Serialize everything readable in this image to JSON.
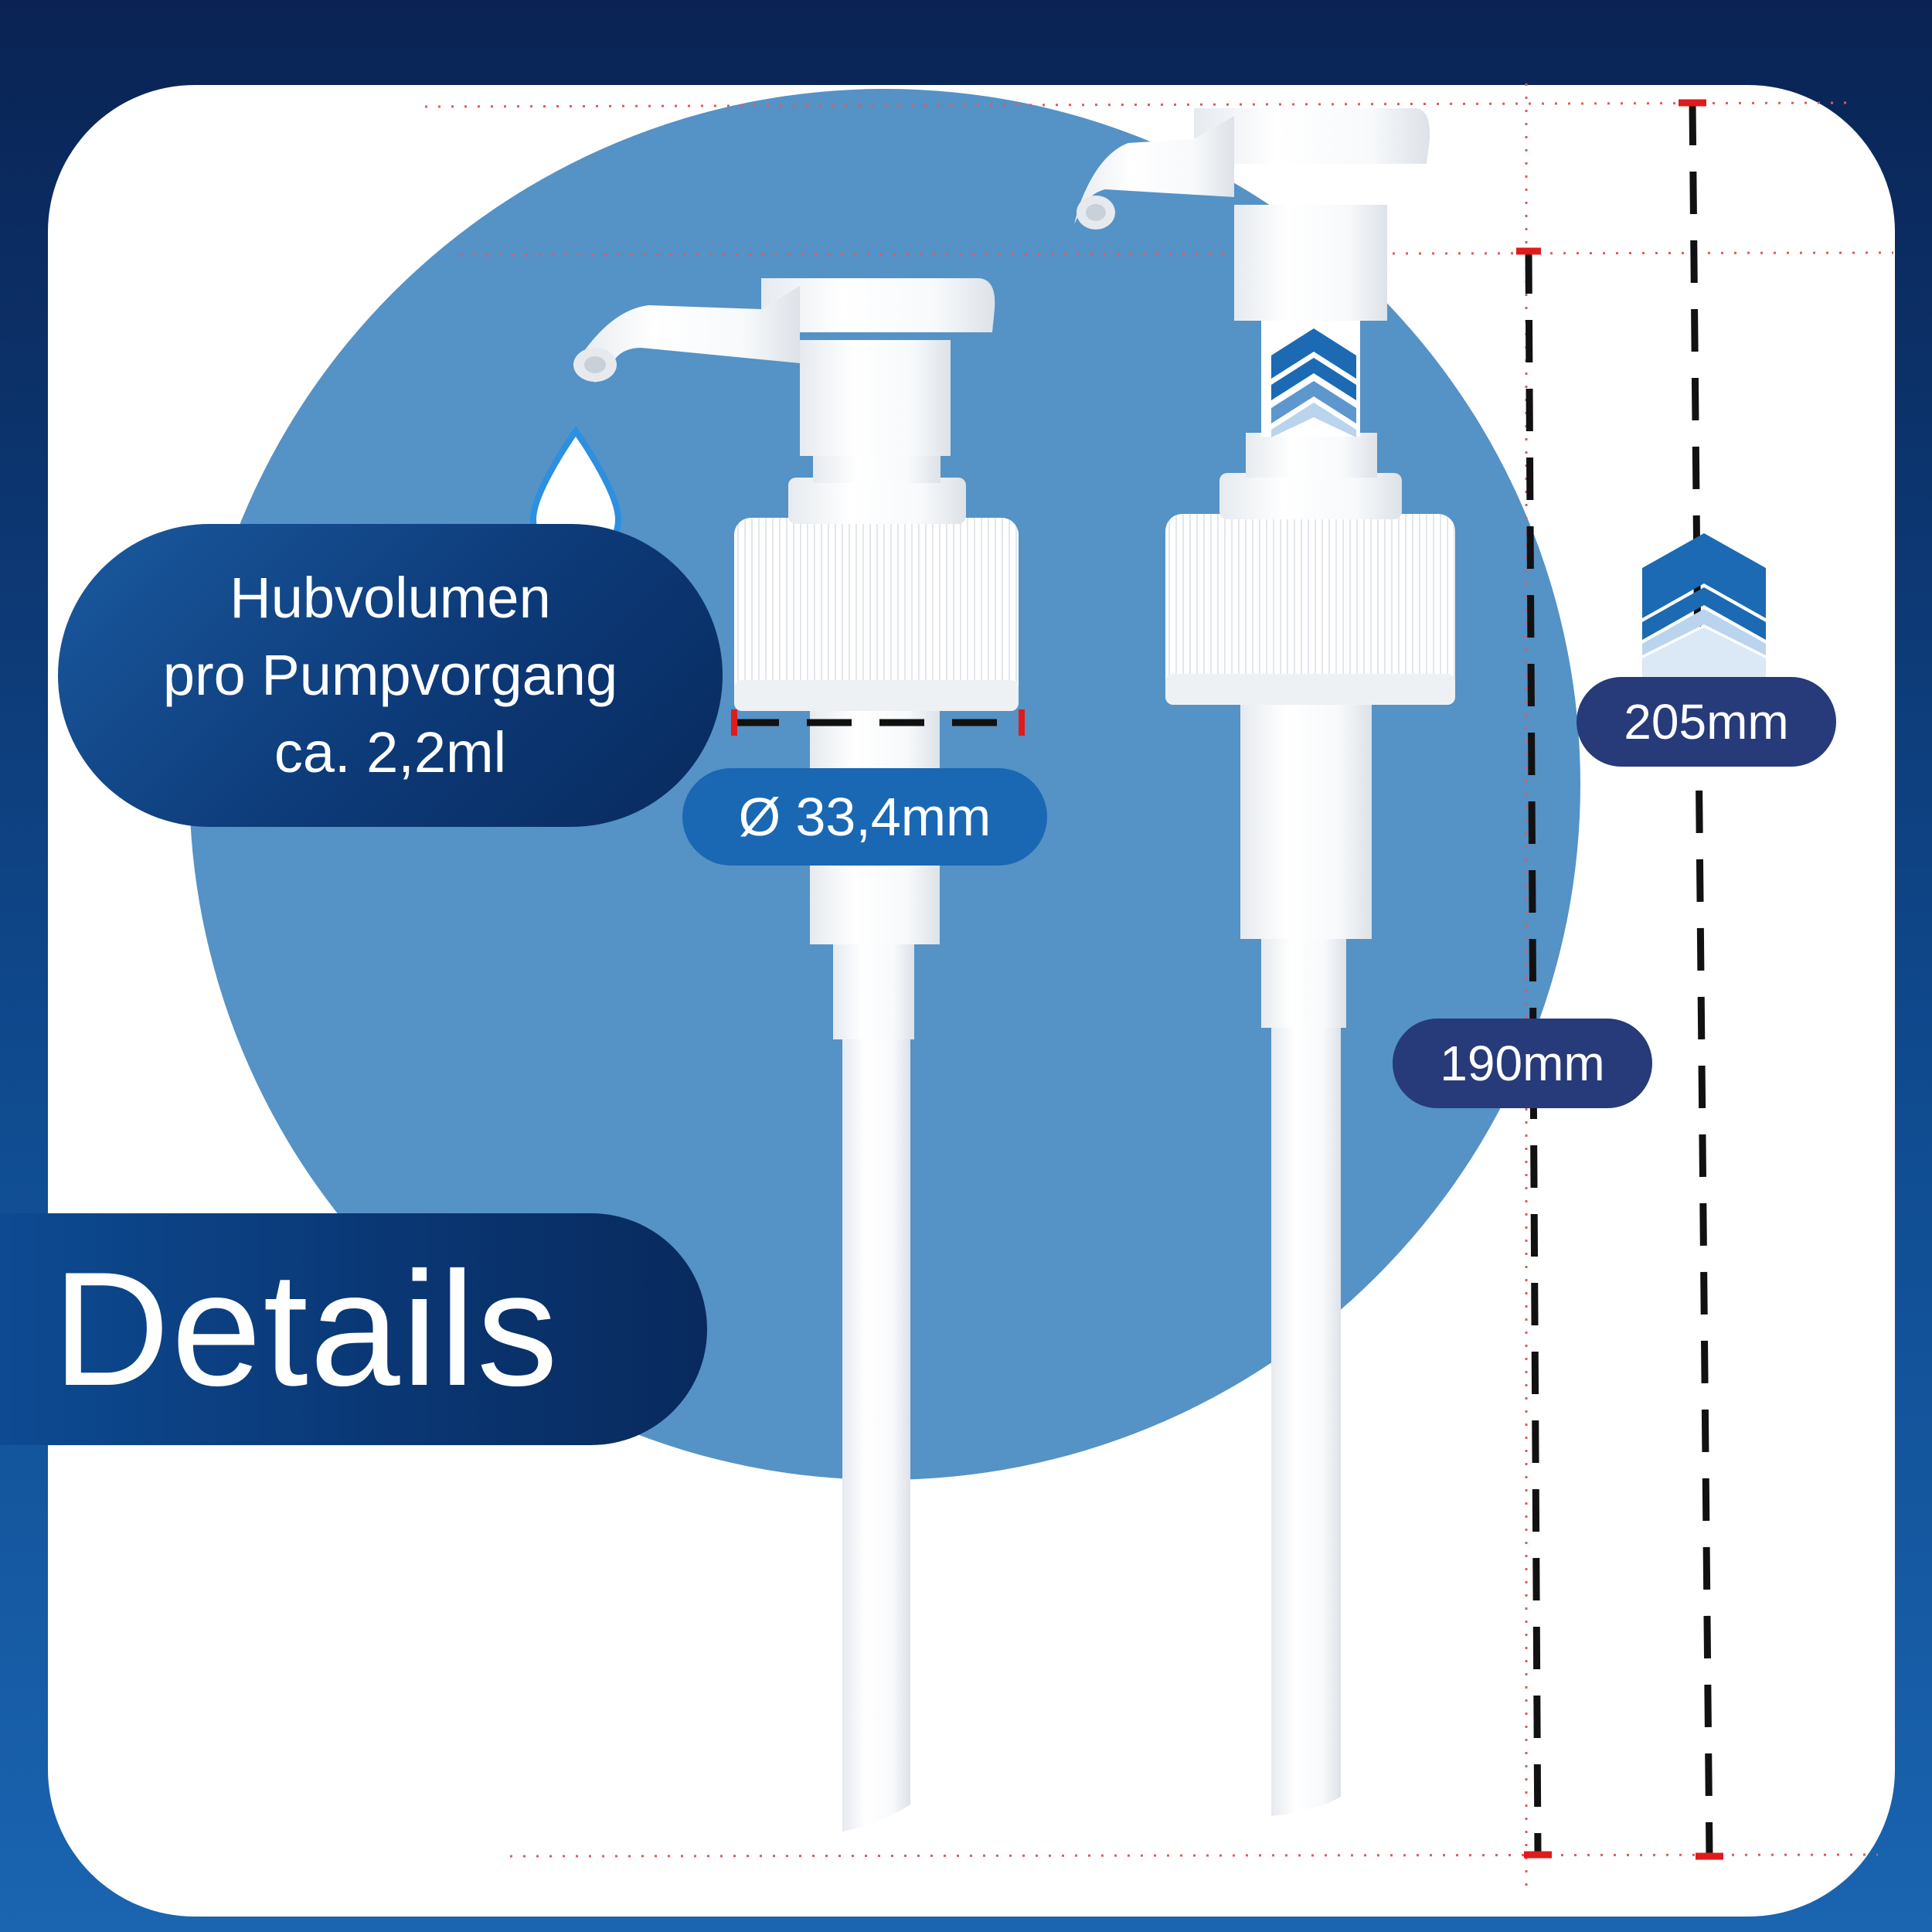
{
  "labels": {
    "stroke_volume": [
      "Hubvolumen",
      "pro Pumpvorgang",
      "ca. 2,2ml"
    ],
    "diameter": "Ø 33,4mm",
    "height_total": "205mm",
    "height_tube": "190mm",
    "section_title": "Details"
  },
  "icons": {
    "drop": "water-drop-icon",
    "arrows": "chevron-up-icon"
  },
  "colors": {
    "background_dark": "#0a2354",
    "background_light": "#1a64b0",
    "circle": "#5592c6",
    "pill_blue": "#1a68b3",
    "pill_navy": "#273a7a",
    "measure_red": "#e01b1b",
    "chevron_dark": "#1b6ab3",
    "chevron_light": "#b9d4ec"
  }
}
